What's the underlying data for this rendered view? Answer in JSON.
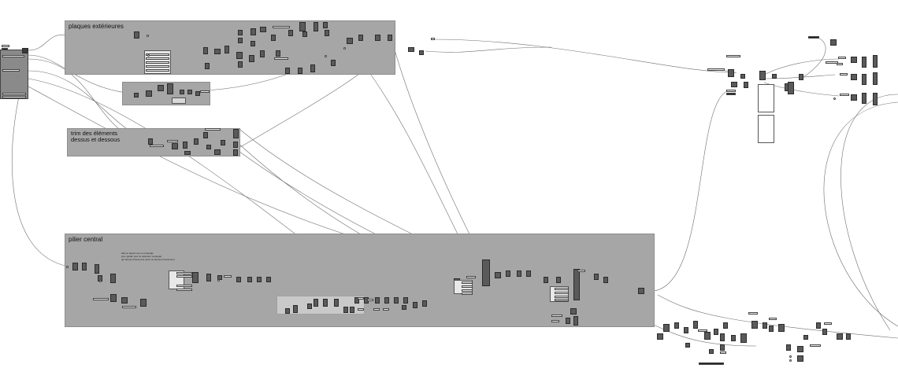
{
  "groups": {
    "plaques": {
      "title": "plaques extérieures"
    },
    "trim": {
      "title": "trim des éléments\ndessus et dessous"
    },
    "pilier": {
      "title": "pilier central"
    }
  },
  "note": {
    "text": "faire le dessin sur un rectangle\npour guider pour le sélection rectangle\nqui donne à llevé pour avoir un élément tramément"
  },
  "colors": {
    "canvas": "#ffffff",
    "group": "#a6a6a6",
    "component": "#5a5a5a",
    "wire": "#6e6e6e"
  }
}
